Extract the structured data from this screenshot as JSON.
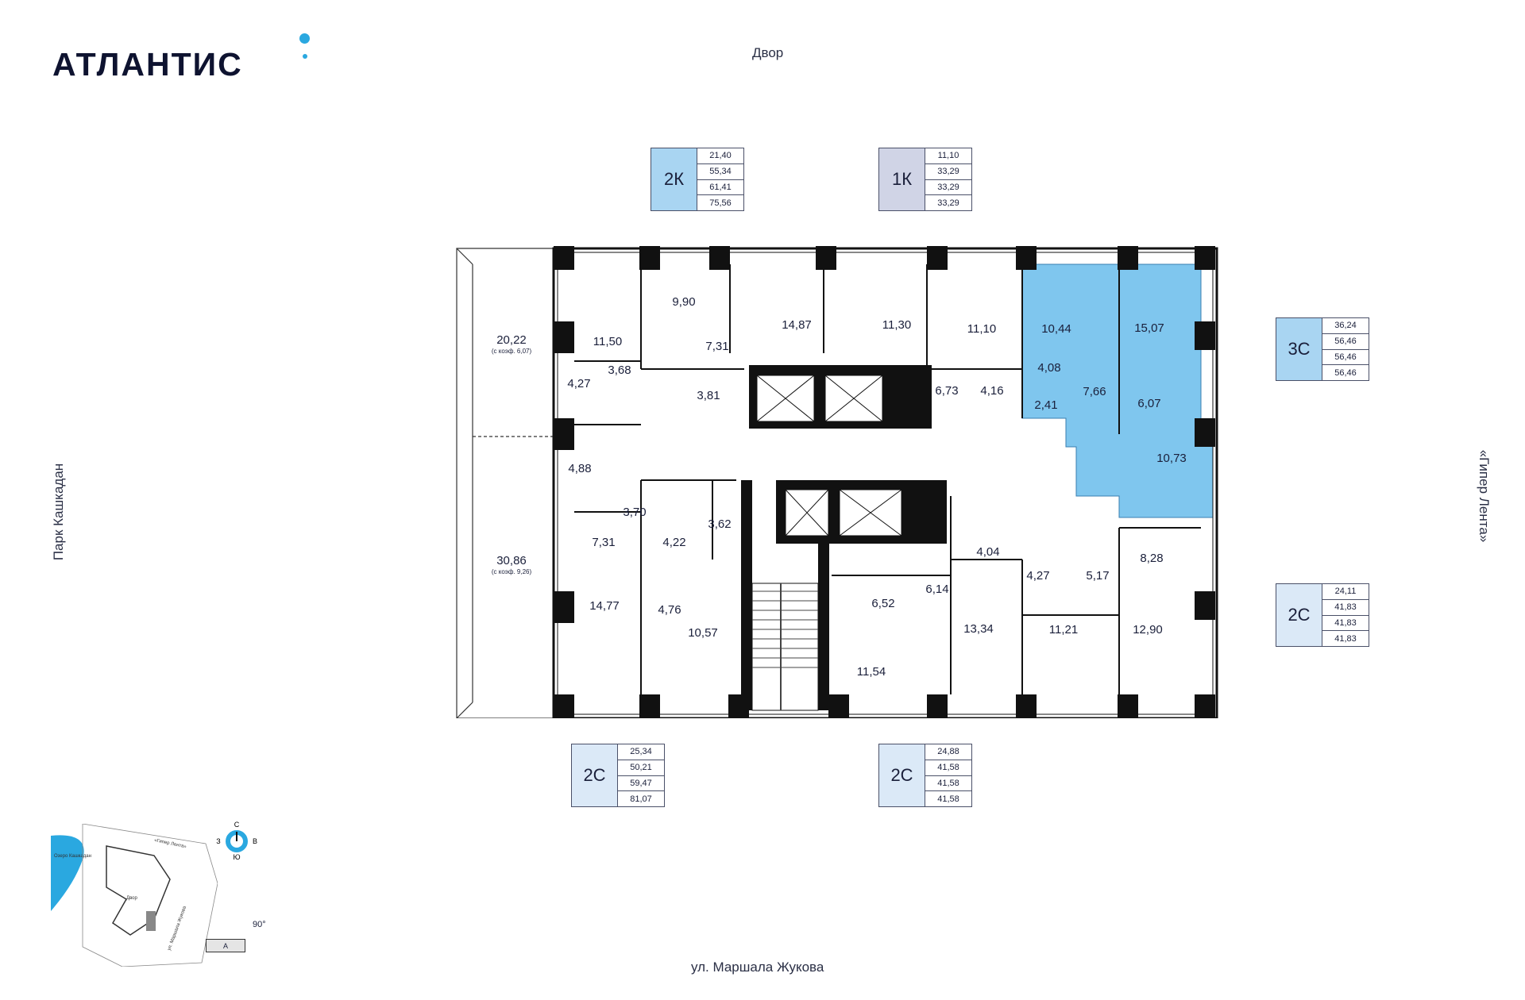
{
  "brand": {
    "name": "АТЛАНТИС",
    "accent": "#2aa8e0"
  },
  "directions": {
    "top": "Двор",
    "bottom": "ул. Маршала Жукова",
    "left": "Парк Кашкадан",
    "right": "«Гипер Лента»"
  },
  "colors": {
    "type_2k": "#a9d5f2",
    "type_1k": "#d0d4e6",
    "type_3c": "#a9d5f2",
    "type_2c": "#dbe9f7",
    "highlight": "#7fc6ee",
    "wall": "#111111"
  },
  "apartments": [
    {
      "code": "2К",
      "values": [
        "21,40",
        "55,34",
        "61,41",
        "75,56"
      ]
    },
    {
      "code": "1К",
      "values": [
        "11,10",
        "33,29",
        "33,29",
        "33,29"
      ]
    },
    {
      "code": "3С",
      "values": [
        "36,24",
        "56,46",
        "56,46",
        "56,46"
      ]
    },
    {
      "code": "2С",
      "values": [
        "24,11",
        "41,83",
        "41,83",
        "41,83"
      ]
    },
    {
      "code": "2С",
      "values": [
        "25,34",
        "50,21",
        "59,47",
        "81,07"
      ]
    },
    {
      "code": "2С",
      "values": [
        "24,88",
        "41,58",
        "41,58",
        "41,58"
      ]
    }
  ],
  "rooms": [
    "20,22",
    "(с коэф. 6,07)",
    "30,86",
    "(с коэф. 9,26)",
    "11,50",
    "4,27",
    "3,68",
    "9,90",
    "7,31",
    "3,81",
    "14,87",
    "11,30",
    "6,73",
    "11,10",
    "4,16",
    "10,44",
    "4,08",
    "2,41",
    "7,66",
    "15,07",
    "6,07",
    "10,73",
    "4,88",
    "3,70",
    "7,31",
    "4,22",
    "3,62",
    "14,77",
    "4,76",
    "10,57",
    "6,52",
    "11,54",
    "6,14",
    "4,04",
    "13,34",
    "4,27",
    "11,21",
    "5,17",
    "8,28",
    "12,90"
  ],
  "minimap": {
    "lake": "Озеро Кашкадан",
    "store": "«Гипер Лента»",
    "yard": "Двор",
    "street": "ул. Маршала Жукова",
    "compass": {
      "n": "С",
      "s": "Ю",
      "w": "З",
      "e": "В"
    },
    "angle": "90°",
    "block": "А"
  }
}
